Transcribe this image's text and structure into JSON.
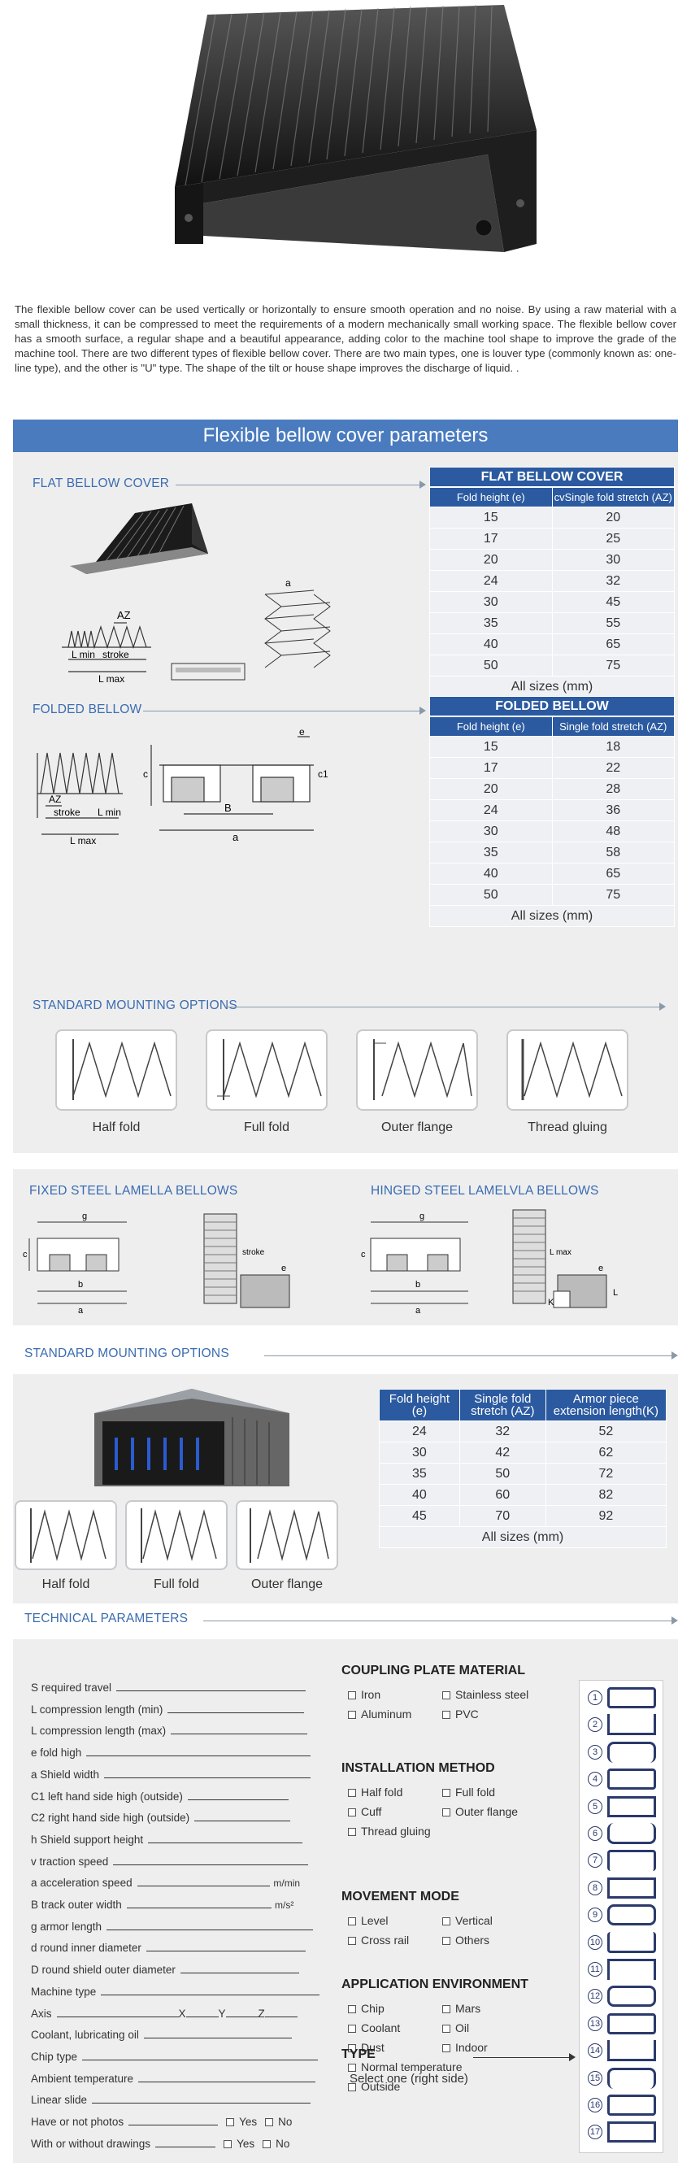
{
  "intro": "The flexible bellow cover can be used vertically or horizontally to ensure smooth operation and no noise. By using a raw material with a small thickness, it can be compressed to meet the requirements of a modern mechanically small working space. The flexible bellow cover has a smooth surface, a regular shape and a beautiful appearance, adding color to the machine tool shape to improve the grade of the machine tool. There are two different types of flexible bellow cover. There are two main types, one is louver type (commonly known as: one-line type), and the other is \"U\" type. The shape of the tilt or house shape improves the discharge of liquid. .",
  "band_title": "Flexible bellow cover parameters",
  "flat": {
    "section": "FLAT BELLOW COVER",
    "table_title": "FLAT BELLOW COVER",
    "col1": "Fold height (e)",
    "col2": "cvSingle fold stretch (AZ)",
    "rows": [
      [
        "15",
        "20"
      ],
      [
        "17",
        "25"
      ],
      [
        "20",
        "30"
      ],
      [
        "24",
        "32"
      ],
      [
        "30",
        "45"
      ],
      [
        "35",
        "55"
      ],
      [
        "40",
        "65"
      ],
      [
        "50",
        "75"
      ]
    ],
    "foot": "All sizes (mm)",
    "labels": {
      "az": "AZ",
      "lmin": "L min",
      "stroke": "stroke",
      "lmax": "L max",
      "a": "a"
    }
  },
  "folded": {
    "section": "FOLDED BELLOW",
    "table_title": "FOLDED BELLOW",
    "col1": "Fold height (e)",
    "col2": "Single fold stretch (AZ)",
    "rows": [
      [
        "15",
        "18"
      ],
      [
        "17",
        "22"
      ],
      [
        "20",
        "28"
      ],
      [
        "24",
        "36"
      ],
      [
        "30",
        "48"
      ],
      [
        "35",
        "58"
      ],
      [
        "40",
        "65"
      ],
      [
        "50",
        "75"
      ]
    ],
    "foot": "All sizes (mm)",
    "labels": {
      "az": "AZ",
      "stroke": "stroke",
      "lmin": "L min",
      "lmax": "L max",
      "e": "e",
      "c": "c",
      "c1": "c1",
      "b": "B",
      "a": "a"
    }
  },
  "mounting1": {
    "section": "STANDARD MOUNTING OPTIONS",
    "items": [
      "Half fold",
      "Full fold",
      "Outer flange",
      "Thread gluing"
    ]
  },
  "steel": {
    "fixed": "FIXED STEEL LAMELLA BELLOWS",
    "hinged": "HINGED STEEL LAMELVLA BELLOWS",
    "labels": {
      "g": "g",
      "c": "c",
      "b": "b",
      "a": "a",
      "e": "e",
      "stroke": "stroke",
      "lmax": "L max",
      "l": "L",
      "k": "K"
    }
  },
  "mounting2": {
    "section": "STANDARD MOUNTING OPTIONS",
    "items": [
      "Half fold",
      "Full fold",
      "Outer flange"
    ],
    "col1": "Fold height (e)",
    "col2": "Single fold stretch (AZ)",
    "col3": "Armor piece extension length(K)",
    "rows": [
      [
        "24",
        "32",
        "52"
      ],
      [
        "30",
        "42",
        "62"
      ],
      [
        "35",
        "50",
        "72"
      ],
      [
        "40",
        "60",
        "82"
      ],
      [
        "45",
        "70",
        "92"
      ]
    ],
    "foot": "All sizes (mm)"
  },
  "tech": {
    "section": "TECHNICAL PARAMETERS",
    "rows": [
      {
        "label": "S required travel",
        "unit": ""
      },
      {
        "label": "L compression length (min)",
        "unit": ""
      },
      {
        "label": "L compression length (max)",
        "unit": ""
      },
      {
        "label": "e fold high",
        "unit": ""
      },
      {
        "label": "a Shield width",
        "unit": ""
      },
      {
        "label": "C1 left hand side high (outside)",
        "unit": ""
      },
      {
        "label": "C2 right hand side high (outside)",
        "unit": ""
      },
      {
        "label": "h Shield support height",
        "unit": ""
      },
      {
        "label": "v traction speed",
        "unit": ""
      },
      {
        "label": "a  acceleration speed",
        "unit": "m/min"
      },
      {
        "label": "B track outer width",
        "unit": "m/s²"
      },
      {
        "label": "g armor length",
        "unit": ""
      },
      {
        "label": "d round inner diameter",
        "unit": ""
      },
      {
        "label": "D round shield outer diameter",
        "unit": ""
      },
      {
        "label": "Machine type",
        "unit": ""
      },
      {
        "label": "Axis",
        "unit": ""
      },
      {
        "label": "Coolant, lubricating oil",
        "unit": ""
      },
      {
        "label": "Chip type",
        "unit": ""
      },
      {
        "label": "Ambient temperature",
        "unit": ""
      },
      {
        "label": "Linear slide",
        "unit": ""
      },
      {
        "label": "Have or not photos",
        "unit": ""
      },
      {
        "label": "With or without drawings",
        "unit": ""
      }
    ],
    "axis": {
      "x": "X",
      "y": "Y",
      "z": "Z"
    },
    "yes": "Yes",
    "no": "No",
    "groups": [
      {
        "title": "COUPLING PLATE MATERIAL",
        "options": [
          "Iron",
          "Stainless steel",
          "Aluminum",
          "PVC"
        ]
      },
      {
        "title": "INSTALLATION METHOD",
        "options": [
          "Half fold",
          "Full fold",
          "Cuff",
          "Outer flange",
          "Thread gluing"
        ]
      },
      {
        "title": "MOVEMENT MODE",
        "options": [
          "Level",
          "Vertical",
          "Cross rail",
          "Others"
        ]
      },
      {
        "title": "APPLICATION ENVIRONMENT",
        "options": [
          "Chip",
          "Mars",
          "Coolant",
          "Oil",
          "Dust",
          "Indoor",
          "Normal temperature",
          "Outside"
        ]
      }
    ],
    "type_title": "TYPE",
    "type_text": "Select one (right side)",
    "numbers": [
      "1",
      "2",
      "3",
      "4",
      "5",
      "6",
      "7",
      "8",
      "9",
      "10",
      "11",
      "12",
      "13",
      "14",
      "15",
      "16",
      "17"
    ]
  },
  "colors": {
    "band": "#4a7bbf",
    "table_header": "#2b5aa0",
    "section_title": "#3a6cb0",
    "panel": "#eeeeef"
  }
}
